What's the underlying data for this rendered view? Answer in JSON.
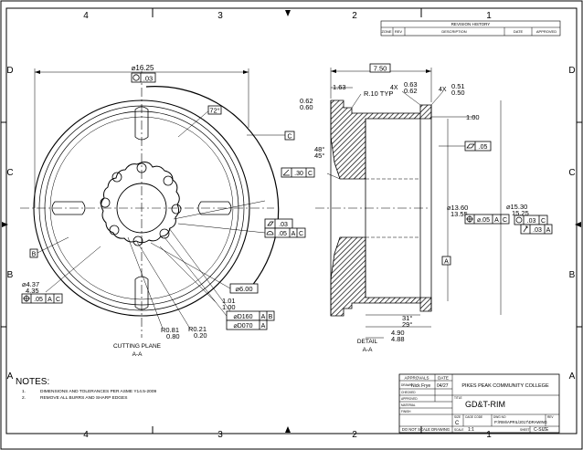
{
  "border": {
    "columns": [
      "4",
      "3",
      "2",
      "1"
    ],
    "rows": [
      "D",
      "C",
      "B",
      "A"
    ]
  },
  "revision_block": {
    "title": "REVISION HISTORY",
    "headers": [
      "ZONE",
      "REV",
      "DESCRIPTION",
      "DATE",
      "APPROVED"
    ]
  },
  "front_view": {
    "callouts": {
      "dia_top": "⌀16.25",
      "dia_top_tol": ".03",
      "dia_top_symbol": "circularity",
      "angle_72": "72°",
      "datum_c": "C",
      "datum_b": "B",
      "dia_left_upper": "⌀4.37",
      "dia_left_lower": "4.35",
      "pos_tol": ".05",
      "pos_datum_a": "A",
      "pos_datum_c": "C",
      "dia_600": "⌀6.00",
      "dim_101": "1.01",
      "dim_100": "1.00",
      "bolt1": "⌀D160",
      "bolt2": "⌀D070",
      "bolt_ref_a": "A",
      "bolt_ref_b": "B",
      "r081": "R0.81",
      "r080": "0.80",
      "r021": "R0.21",
      "r020": "0.20",
      "flat_tol": ".03",
      "profile_tol": ".05",
      "profile_a": "A",
      "profile_c": "C",
      "cutting_plane": "CUTTING PLANE",
      "cutting_plane_id": "A-A"
    }
  },
  "section_view": {
    "callouts": {
      "dim_750": "7.50",
      "dim_163": "1.63",
      "r10": "R.10 TYP",
      "chamfer1_a": "4X",
      "chamfer1_b": "0.63",
      "chamfer1_c": "0.62",
      "chamfer2_a": "4X",
      "chamfer2_b": "0.51",
      "chamfer2_c": "0.50",
      "dim_062": "0.62",
      "dim_060": "0.60",
      "dim_100": "1.00",
      "angle_48": "48°",
      "angle_45": "45°",
      "angularity_tol": ".30",
      "angularity_datum": "C",
      "flatness_tol": ".05",
      "dia_1360": "⌀13.60",
      "dia_1355": "13.55",
      "dia_pos_tol": "⌀.05",
      "dia_pos_a": "A",
      "dia_pos_c": "C",
      "dia_1530": "⌀15.30",
      "dia_1525": "15.25",
      "circ_tol": ".03",
      "circ_datum": "C",
      "runout_tol": ".03",
      "runout_datum": "A",
      "datum_a": "A",
      "angle_31": "31°",
      "angle_29": "29°",
      "dim_490": "4.90",
      "dim_488": "4.88",
      "detail": "DETAIL",
      "detail_id": "A-A"
    }
  },
  "notes": {
    "heading": "NOTES:",
    "items": [
      {
        "num": "1.",
        "text": "DIMENSIONS AND TOLERANCES PER ASME Y14.5-2009"
      },
      {
        "num": "2.",
        "text": "REMOVE ALL BURRS AND SHARP EDGES"
      }
    ]
  },
  "title_block": {
    "approvals": "APPROVALS",
    "date": "DATE",
    "drawn_label": "DRAWN",
    "drawn_by": "Nick Frye",
    "drawn_date": "04/27",
    "checked_label": "CHECKED",
    "approved_label": "APPROVED",
    "material_label": "MATERIAL",
    "finish_label": "FINISH",
    "company": "PIKES PEAK COMMUNITY COLLEGE",
    "title_label": "TITLE",
    "title": "GD&T-RIM",
    "size_label": "SIZE",
    "size": "C",
    "cage_label": "CAGE CODE",
    "dwg_label": "DWG NO",
    "dwg_no": "P:\\RIM\\APRIL\\2017\\DRAWING",
    "rev_label": "REV",
    "dont_scale": "DO NOT SCALE DRAWING",
    "scale_label": "SCALE",
    "scale": "1:1",
    "sheet_label": "SHEET",
    "sheet": "C-SIZE"
  }
}
